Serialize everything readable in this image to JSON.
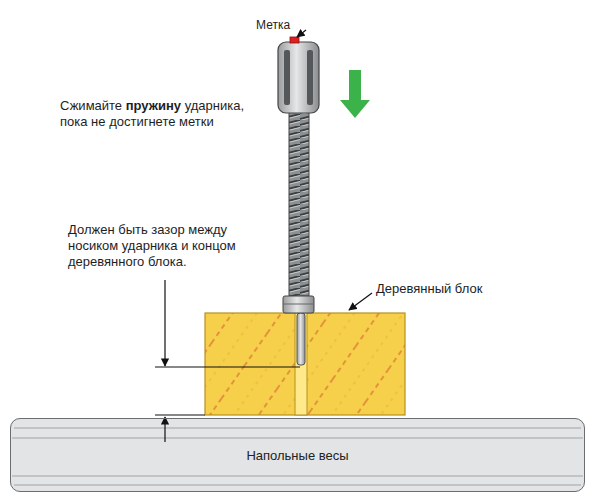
{
  "diagram": {
    "nodes": [
      {
        "text": [
          "Напольные весы"
        ]
      }
    ],
    "labels": [
      "Метка",
      "Сжимайте пружину ударника, пока не достигнете метки",
      "Должен быть зазор между носиком ударника и концом деревянного блока.",
      "Деревянный блок"
    ]
  }
}
